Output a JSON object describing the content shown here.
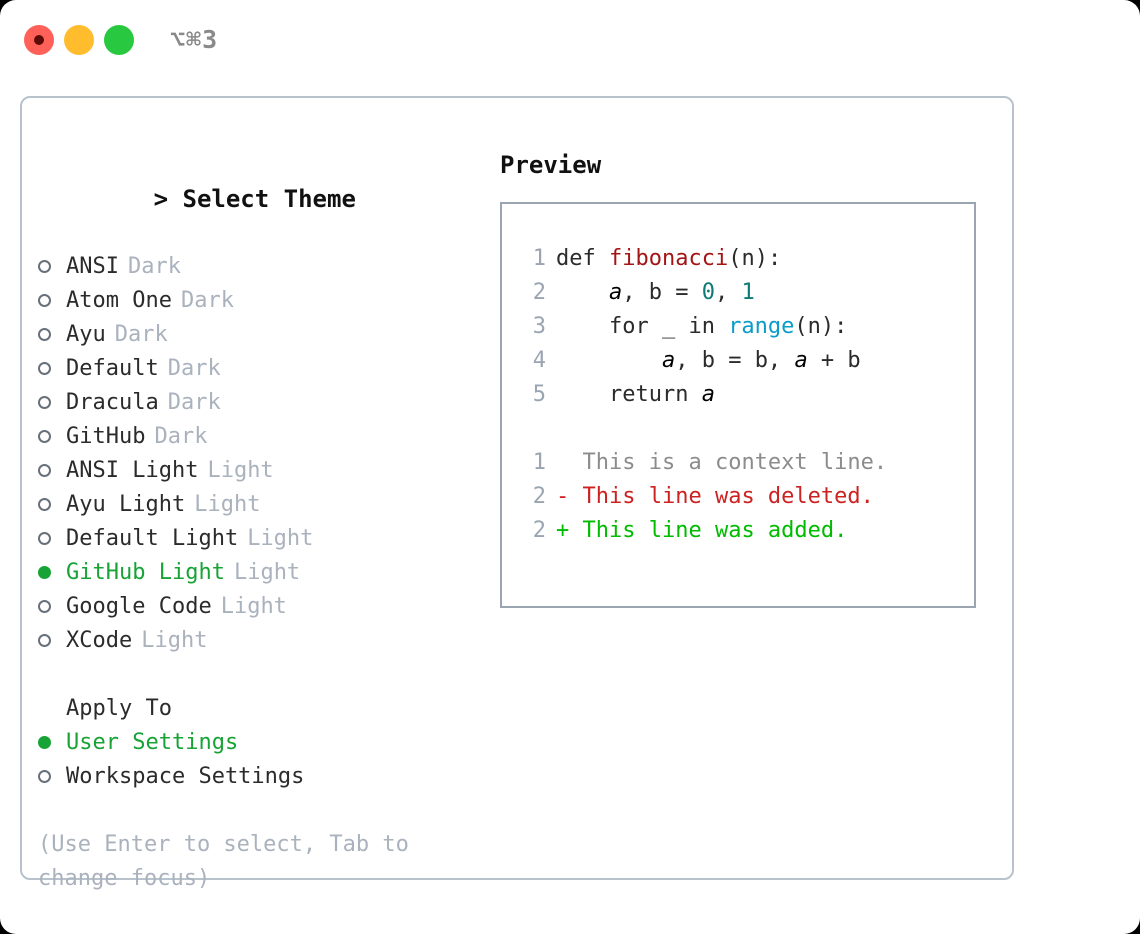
{
  "titlebar": {
    "shortcut": "⌥⌘3",
    "buttons": [
      {
        "name": "close",
        "color": "#ff6159"
      },
      {
        "name": "minimize",
        "color": "#ffbd2e"
      },
      {
        "name": "maximize",
        "color": "#28c840"
      }
    ]
  },
  "colors": {
    "accent_green": "#18a336",
    "panel_border": "#b8c2cc",
    "preview_border": "#9aa5b1",
    "muted": "#aab2bd",
    "diff_add": "#00bb00",
    "diff_del": "#cc2222",
    "code_fn": "#a31515",
    "code_num": "#0d7a73",
    "code_call": "#0a9dc7"
  },
  "left": {
    "header_prefix": ">",
    "header": "Select Theme",
    "themes": [
      {
        "label": "ANSI",
        "tag": "Dark",
        "selected": false
      },
      {
        "label": "Atom One",
        "tag": "Dark",
        "selected": false
      },
      {
        "label": "Ayu",
        "tag": "Dark",
        "selected": false
      },
      {
        "label": "Default",
        "tag": "Dark",
        "selected": false
      },
      {
        "label": "Dracula",
        "tag": "Dark",
        "selected": false
      },
      {
        "label": "GitHub",
        "tag": "Dark",
        "selected": false
      },
      {
        "label": "ANSI Light",
        "tag": "Light",
        "selected": false
      },
      {
        "label": "Ayu Light",
        "tag": "Light",
        "selected": false
      },
      {
        "label": "Default Light",
        "tag": "Light",
        "selected": false
      },
      {
        "label": "GitHub Light",
        "tag": "Light",
        "selected": true
      },
      {
        "label": "Google Code",
        "tag": "Light",
        "selected": false
      },
      {
        "label": "XCode",
        "tag": "Light",
        "selected": false
      }
    ],
    "apply_to": {
      "title": "Apply To",
      "options": [
        {
          "label": "User Settings",
          "selected": true
        },
        {
          "label": "Workspace Settings",
          "selected": false
        }
      ]
    },
    "hint": "(Use Enter to select, Tab to change focus)"
  },
  "preview": {
    "title": "Preview",
    "code": [
      {
        "number": "1",
        "tokens": [
          {
            "t": "def ",
            "c": "code-text"
          },
          {
            "t": "fibonacci",
            "c": "tok-fn"
          },
          {
            "t": "(n):",
            "c": "code-text"
          }
        ]
      },
      {
        "number": "2",
        "tokens": [
          {
            "t": "    ",
            "c": "code-text"
          },
          {
            "t": "a",
            "c": "tok-var"
          },
          {
            "t": ", b = ",
            "c": "code-text"
          },
          {
            "t": "0",
            "c": "tok-num"
          },
          {
            "t": ", ",
            "c": "code-text"
          },
          {
            "t": "1",
            "c": "tok-num"
          }
        ]
      },
      {
        "number": "3",
        "tokens": [
          {
            "t": "    for _ in ",
            "c": "code-text"
          },
          {
            "t": "range",
            "c": "tok-call"
          },
          {
            "t": "(n):",
            "c": "code-text"
          }
        ]
      },
      {
        "number": "4",
        "tokens": [
          {
            "t": "        ",
            "c": "code-text"
          },
          {
            "t": "a",
            "c": "tok-var"
          },
          {
            "t": ", b = b, ",
            "c": "code-text"
          },
          {
            "t": "a",
            "c": "tok-var"
          },
          {
            "t": " + b",
            "c": "code-text"
          }
        ]
      },
      {
        "number": "5",
        "tokens": [
          {
            "t": "    return ",
            "c": "code-text"
          },
          {
            "t": "a",
            "c": "tok-var"
          }
        ]
      }
    ],
    "diff": [
      {
        "number": "1",
        "marker": "  ",
        "text": "This is a context line.",
        "cls": "diff-ctx"
      },
      {
        "number": "2",
        "marker": "- ",
        "text": "This line was deleted.",
        "cls": "diff-del"
      },
      {
        "number": "2",
        "marker": "+ ",
        "text": "This line was added.",
        "cls": "diff-add"
      }
    ]
  }
}
